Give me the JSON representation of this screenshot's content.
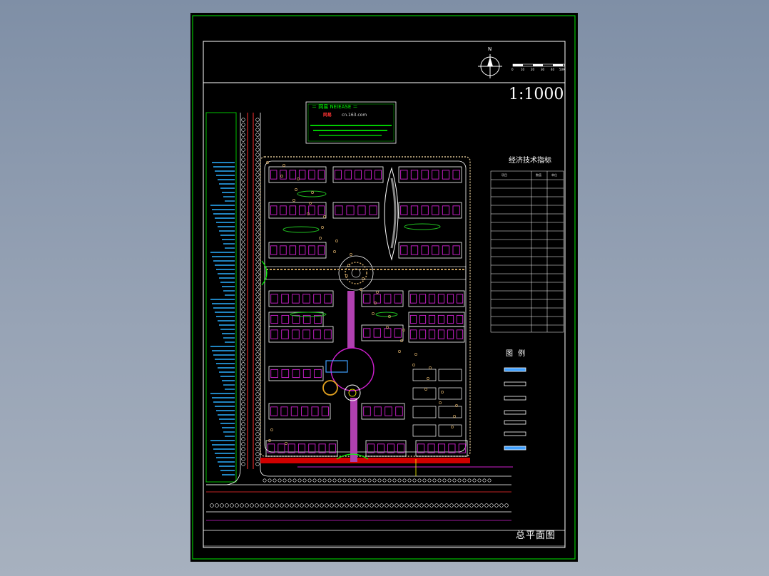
{
  "drawing": {
    "scale": "1:1000",
    "title": "总平面图",
    "north_label": "N",
    "scale_bar_ticks": [
      "0",
      "10",
      "20",
      "30",
      "40",
      "50M"
    ]
  },
  "stamp": {
    "line1": "＝ 网易 NEIEASE ＝",
    "line2_red": "网易",
    "line2_rest": "cn.163.com"
  },
  "econ_table": {
    "title": "经济技术指标",
    "header": [
      "项目",
      "数值",
      "单位"
    ]
  },
  "legend": {
    "title": "图 例"
  },
  "colors": {
    "sheet": "#000000",
    "frame": "#00c000",
    "building_outline": "#ffffff",
    "building_unit": "#d020d0",
    "road_edge": "#ffffff",
    "road_center": "#ff3030",
    "green": "#20c020",
    "tree": "#c8a060",
    "accent_blue": "#40a0ff"
  }
}
